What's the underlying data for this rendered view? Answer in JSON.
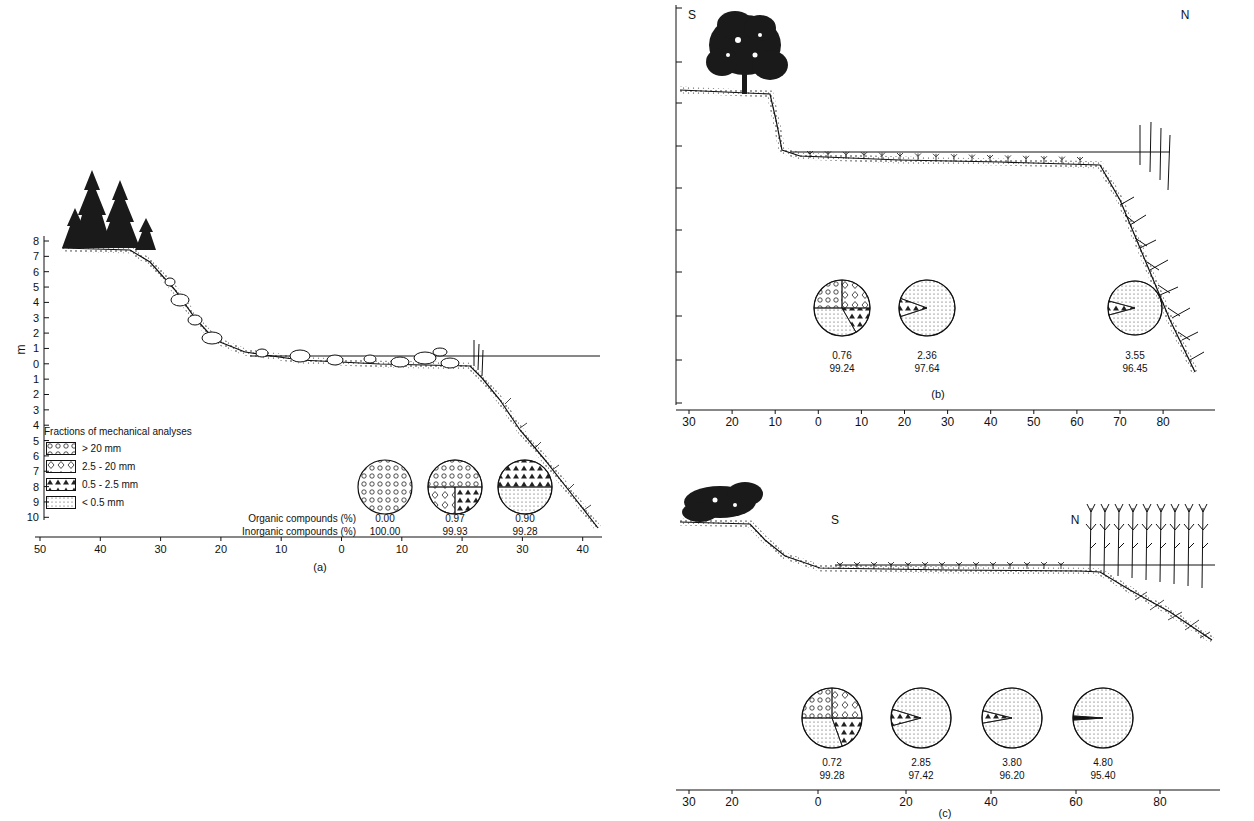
{
  "diagram": {
    "labels": [
      "8",
      "7",
      "6",
      "5",
      "4",
      "3",
      "2",
      "1",
      "0",
      "1",
      "2",
      "3",
      "4",
      "5",
      "6",
      "7",
      "8",
      "9",
      "10",
      "m",
      "50",
      "40",
      "30",
      "20",
      "10",
      "0",
      "10",
      "20",
      "30",
      "40",
      "Fractions of mechanical analyses",
      "Organic compounds (%)",
      "0.00",
      "0.97",
      "0.90",
      "Inorganic compounds (%)",
      "100.00",
      "99.93",
      "99.28",
      "(a)",
      "S",
      "N",
      "0.76",
      "99.24",
      "2.36",
      "97.64",
      "3.55",
      "96.45",
      "30",
      "20",
      "10",
      "0",
      "10",
      "20",
      "30",
      "40",
      "50",
      "60",
      "70",
      "80",
      "(b)",
      "S",
      "N",
      "0.72",
      "99.28",
      "2.85",
      "97.42",
      "3.80",
      "96.20",
      "4.80",
      "95.40",
      "30",
      "20",
      "0",
      "20",
      "40",
      "60",
      "80",
      "(c)"
    ],
    "legend": [
      {
        "text": "> 20 mm"
      },
      {
        "text": "2.5 - 20 mm"
      },
      {
        "text": "0.5 - 2.5 mm"
      },
      {
        "text": "< 0.5 mm"
      }
    ]
  }
}
